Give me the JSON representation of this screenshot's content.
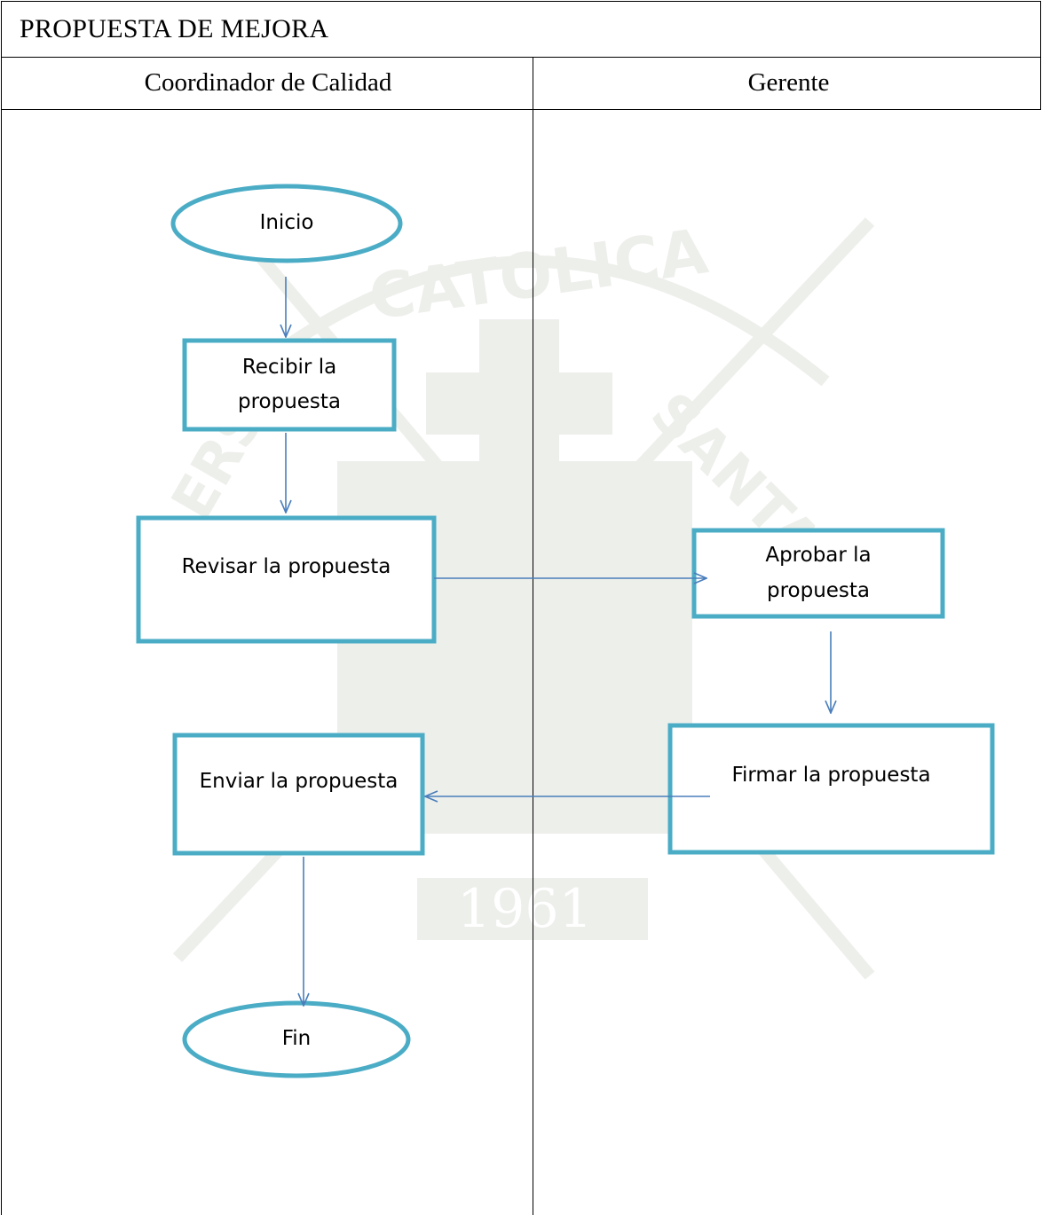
{
  "title": "PROPUESTA DE MEJORA",
  "lanes": {
    "left": "Coordinador de Calidad",
    "right": "Gerente"
  },
  "nodes": {
    "start": "Inicio",
    "recibir": "Recibir la propuesta",
    "revisar": "Revisar la propuesta",
    "aprobar": "Aprobar la propuesta",
    "firmar": "Firmar la propuesta",
    "enviar": "Enviar la propuesta",
    "end": "Fin"
  },
  "watermark": {
    "arc_text": "CATOLICA",
    "side_text": "SANTA M",
    "left_text": "ERS",
    "year": "1961"
  },
  "colors": {
    "node_border": "#4bacc6",
    "arrow": "#4a7ebb",
    "watermark": "#8a9a7a"
  }
}
